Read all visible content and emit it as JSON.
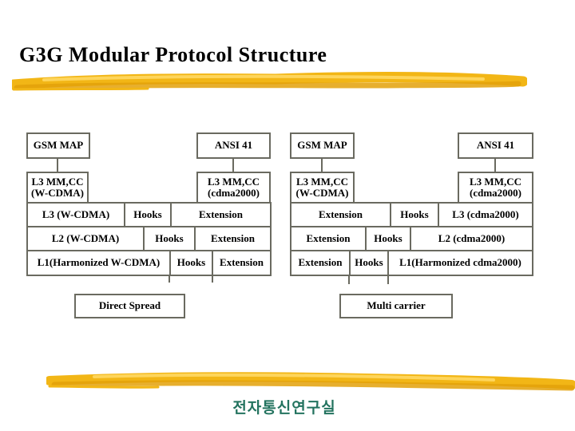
{
  "slide": {
    "title": "G3G Modular Protocol Structure",
    "footer": "전자통신연구실"
  },
  "colors": {
    "title_text": "#000000",
    "box_border": "#6a6a60",
    "footer_text": "#23735f",
    "brush_gold": "#f2b616",
    "brush_deep": "#e3a109",
    "brush_light": "#ffd863"
  },
  "diagram": {
    "left": {
      "gsm_map": "GSM MAP",
      "ansi41": "ANSI 41",
      "mid_a_line1": "L3 MM,CC",
      "mid_a_line2": "(W-CDMA)",
      "mid_b_line1": "L3 MM,CC",
      "mid_b_line2": "(cdma2000)",
      "rows": [
        {
          "cells": [
            "L3 (W-CDMA)",
            "Hooks",
            "Extension"
          ]
        },
        {
          "cells": [
            "L2 (W-CDMA)",
            "Hooks",
            "Extension"
          ]
        },
        {
          "cells": [
            "L1(Harmonized W-CDMA)",
            "Hooks",
            "Extension"
          ]
        }
      ],
      "bottom": "Direct Spread"
    },
    "right": {
      "gsm_map": "GSM MAP",
      "ansi41": "ANSI 41",
      "mid_a_line1": "L3 MM,CC",
      "mid_a_line2": "(W-CDMA)",
      "mid_b_line1": "L3 MM,CC",
      "mid_b_line2": "(cdma2000)",
      "rows": [
        {
          "cells": [
            "Extension",
            "Hooks",
            "L3 (cdma2000)"
          ]
        },
        {
          "cells": [
            "Extension",
            "Hooks",
            "L2 (cdma2000)"
          ]
        },
        {
          "cells": [
            "Extension",
            "Hooks",
            "L1(Harmonized cdma2000)"
          ]
        }
      ],
      "bottom": "Multi carrier"
    }
  }
}
